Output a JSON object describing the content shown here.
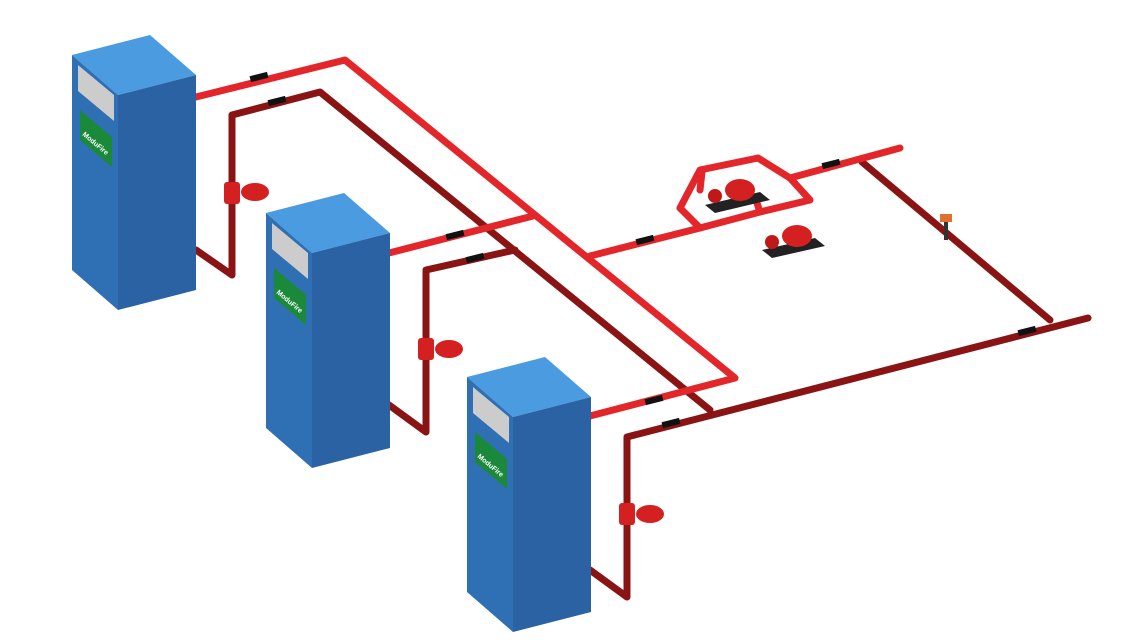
{
  "diagram": {
    "title": "Multi-boiler primary/secondary piping",
    "boiler_brand": "ModuFire",
    "boilers": [
      {
        "id": "boiler-1"
      },
      {
        "id": "boiler-2"
      },
      {
        "id": "boiler-3"
      }
    ],
    "colors": {
      "supply": "#e3262a",
      "return": "#8a1414",
      "boiler_front": "#2f6fb3",
      "boiler_side": "#2a62a3",
      "boiler_top": "#4a9be0",
      "label": "#1a8a3a"
    }
  }
}
